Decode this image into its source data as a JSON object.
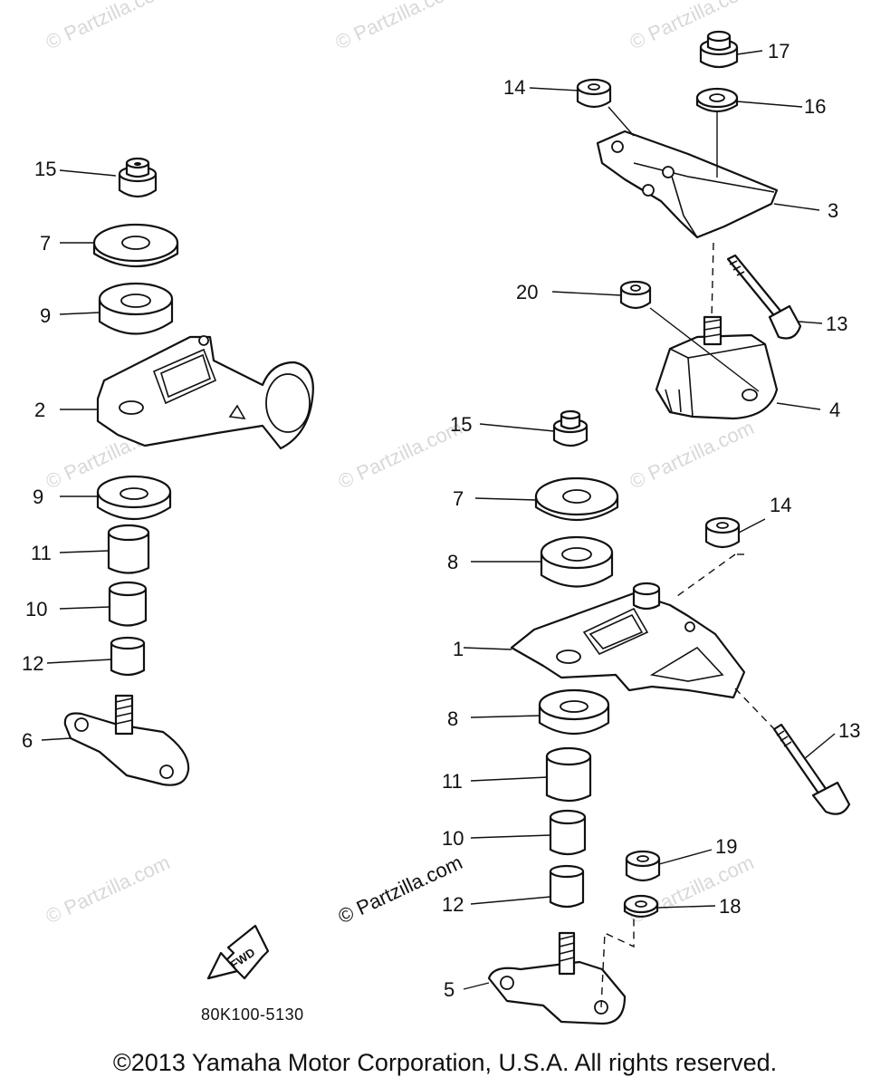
{
  "diagram": {
    "callouts": {
      "c15a": "15",
      "c7a": "7",
      "c9a": "9",
      "c2": "2",
      "c9b": "9",
      "c11a": "11",
      "c10a": "10",
      "c12a": "12",
      "c6": "6",
      "c14a": "14",
      "c17": "17",
      "c16": "16",
      "c3": "3",
      "c20": "20",
      "c13a": "13",
      "c4": "4",
      "c15b": "15",
      "c7b": "7",
      "c14b": "14",
      "c8a": "8",
      "c1": "1",
      "c8b": "8",
      "c13b": "13",
      "c11b": "11",
      "c10b": "10",
      "c12b": "12",
      "c19": "19",
      "c18": "18",
      "c5": "5"
    },
    "fwd_label": "FWD",
    "drawing_code": "80K100-5130",
    "watermark": "© Partzilla.com",
    "copyright": "©2013  Yamaha Motor Corporation, U.S.A. All rights reserved."
  }
}
